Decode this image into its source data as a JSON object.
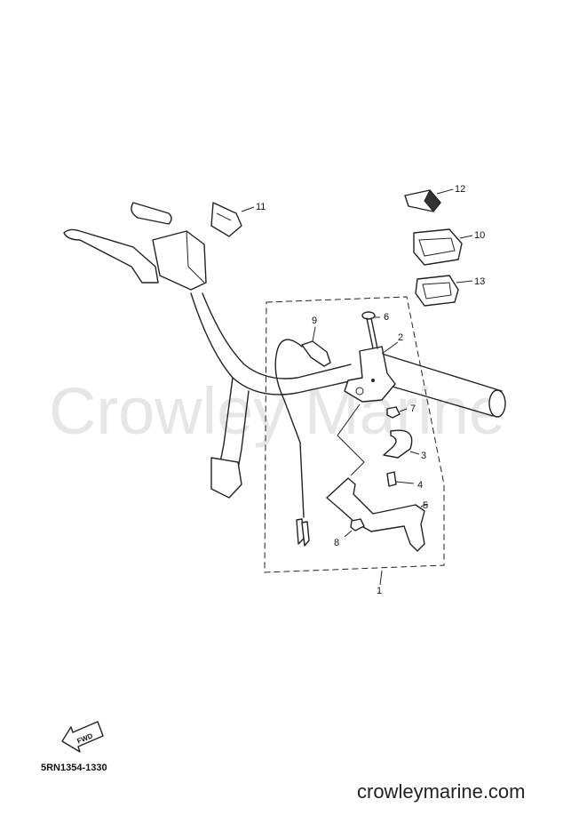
{
  "watermark": "Crowley Marine",
  "callouts": [
    "1",
    "2",
    "3",
    "4",
    "5",
    "6",
    "7",
    "8",
    "9",
    "10",
    "11",
    "12",
    "13"
  ],
  "fwd_label": "FWD",
  "part_code": "5RN1354-1330",
  "website": "crowleymarine.com"
}
